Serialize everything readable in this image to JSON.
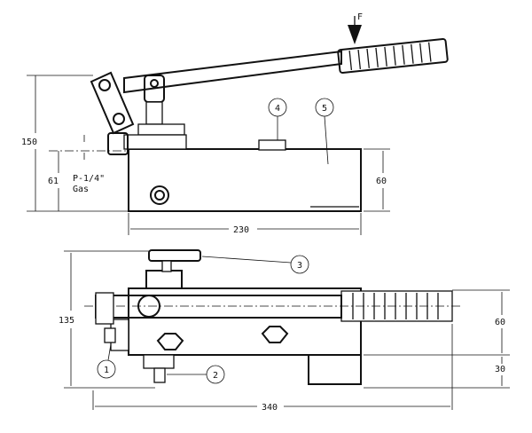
{
  "force_label": "F",
  "side_view": {
    "dimensions": {
      "height_total": "150",
      "port_height": "61",
      "body_height": "60",
      "body_length": "230"
    },
    "port_label_line1": "P-1/4\"",
    "port_label_line2": "Gas",
    "callouts": [
      "4",
      "5"
    ]
  },
  "top_view": {
    "dimensions": {
      "width_total": "135",
      "body_width": "60",
      "base_width": "30",
      "length_total": "340"
    },
    "callouts": [
      "3",
      "1",
      "2"
    ]
  }
}
